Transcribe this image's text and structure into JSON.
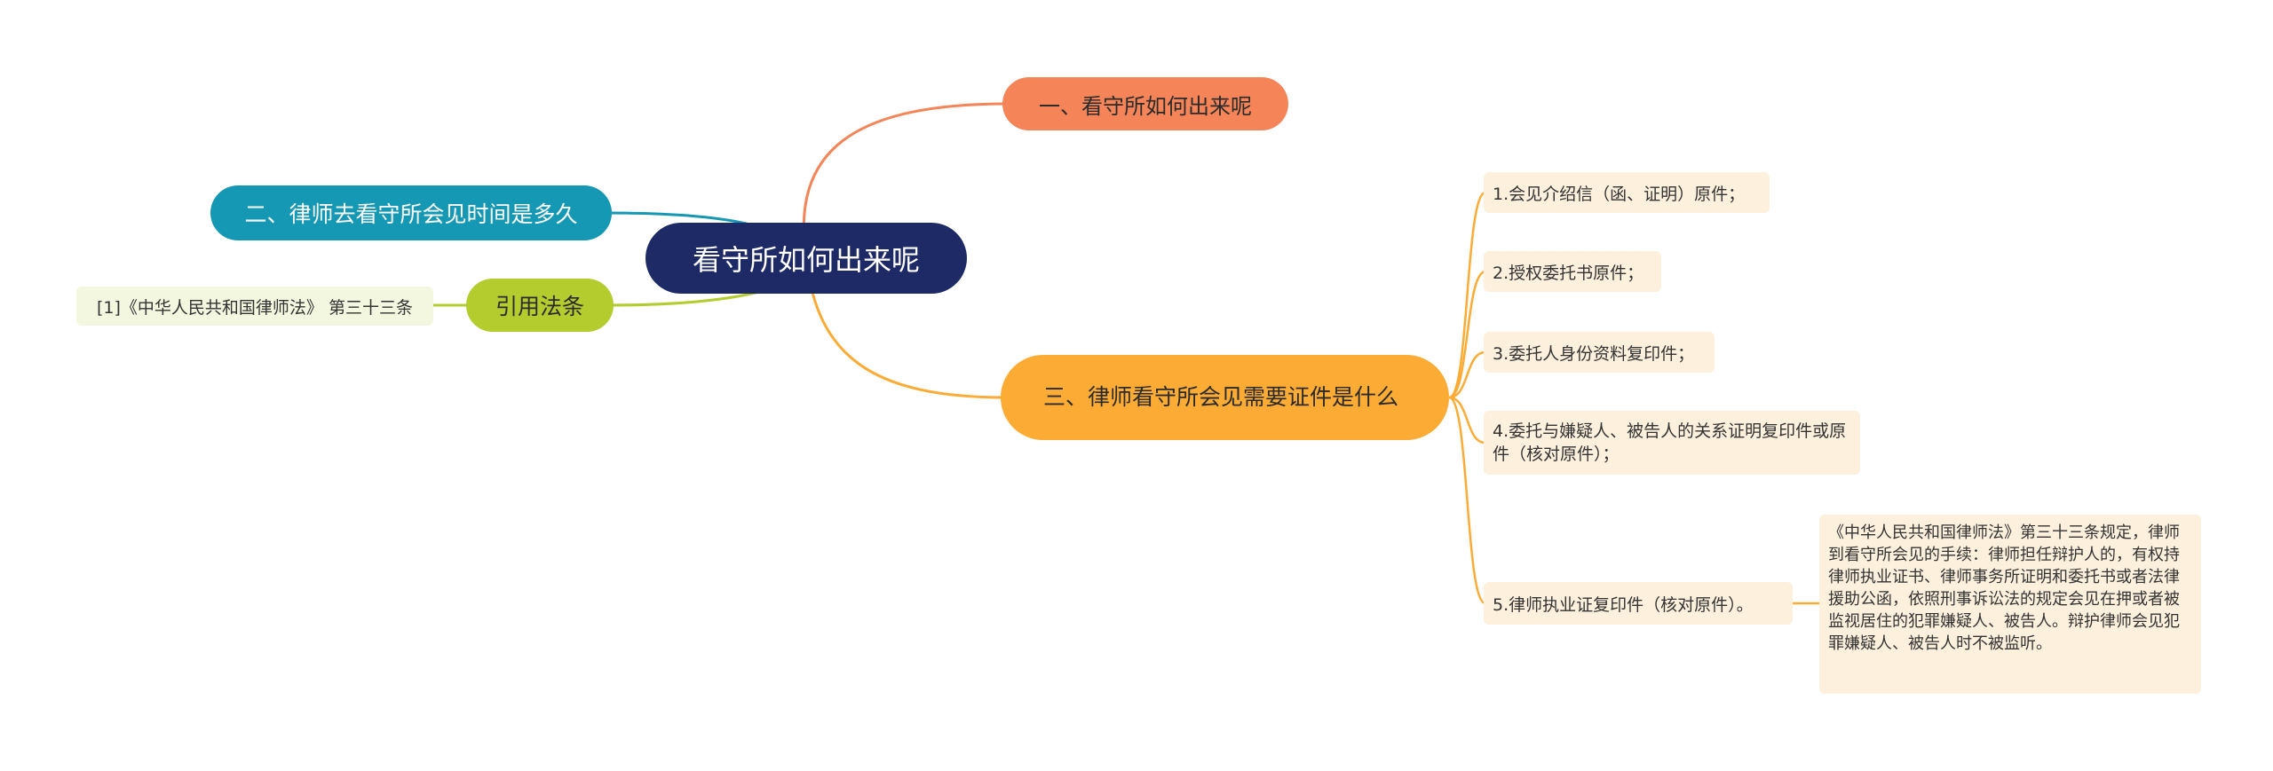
{
  "root": {
    "label": "看守所如何出来呢"
  },
  "branches": {
    "b1": {
      "label": "一、看守所如何出来呢",
      "color": "#f58559"
    },
    "b2": {
      "label": "二、律师去看守所会见时间是多久",
      "color": "#1598b3"
    },
    "b3": {
      "label": "三、律师看守所会见需要证件是什么",
      "color": "#fcab35"
    },
    "b4": {
      "label": "引用法条",
      "color": "#b5cc2f"
    }
  },
  "law_ref": {
    "label": "[1]《中华人民共和国律师法》 第三十三条"
  },
  "documents": [
    {
      "label": "1.会见介绍信（函、证明）原件；"
    },
    {
      "label": "2.授权委托书原件；"
    },
    {
      "label": "3.委托人身份资料复印件；"
    },
    {
      "label": "4.委托与嫌疑人、被告人的关系证明复印件或原件（核对原件）；"
    },
    {
      "label": "5.律师执业证复印件（核对原件）。"
    }
  ],
  "note": {
    "text": "《中华人民共和国律师法》第三十三条规定，律师到看守所会见的手续：律师担任辩护人的，有权持律师执业证书、律师事务所证明和委托书或者法律援助公函，依照刑事诉讼法的规定会见在押或者被监视居住的犯罪嫌疑人、被告人。辩护律师会见犯罪嫌疑人、被告人时不被监听。"
  }
}
